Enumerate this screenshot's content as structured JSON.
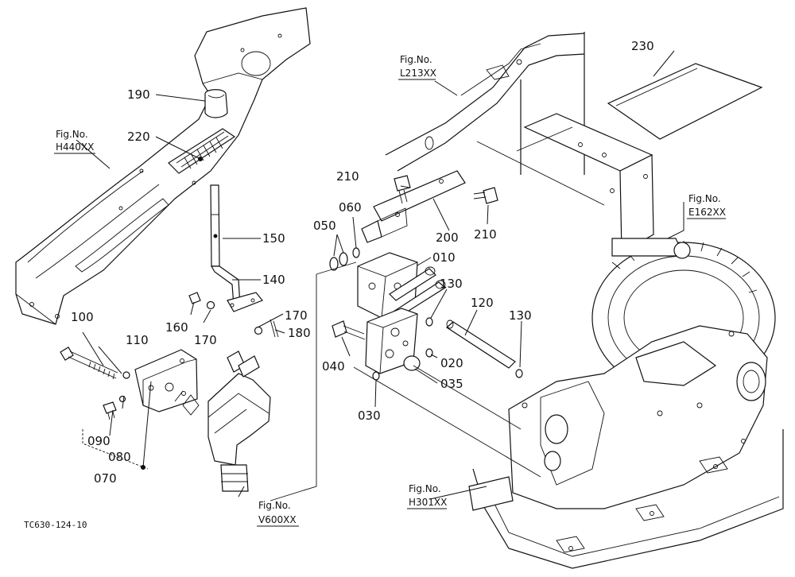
{
  "diagram_code": "TC630-124-10",
  "parts": {
    "p010": "010",
    "p020": "020",
    "p030": "030",
    "p035": "035",
    "p040": "040",
    "p050": "050",
    "p060": "060",
    "p070": "070",
    "p080": "080",
    "p090": "090",
    "p100": "100",
    "p110": "110",
    "p120": "120",
    "p130a": "130",
    "p130b": "130",
    "p140": "140",
    "p150": "150",
    "p160": "160",
    "p170a": "170",
    "p170b": "170",
    "p180": "180",
    "p190": "190",
    "p200": "200",
    "p210a": "210",
    "p210b": "210",
    "p220": "220",
    "p230": "230"
  },
  "figure_refs": {
    "h440": {
      "label": "Fig.No.",
      "code": "H440XX"
    },
    "l213": {
      "label": "Fig.No.",
      "code": "L213XX"
    },
    "e162": {
      "label": "Fig.No.",
      "code": "E162XX"
    },
    "h301": {
      "label": "Fig.No.",
      "code": "H301XX"
    },
    "v600": {
      "label": "Fig.No.",
      "code": "V600XX"
    }
  }
}
